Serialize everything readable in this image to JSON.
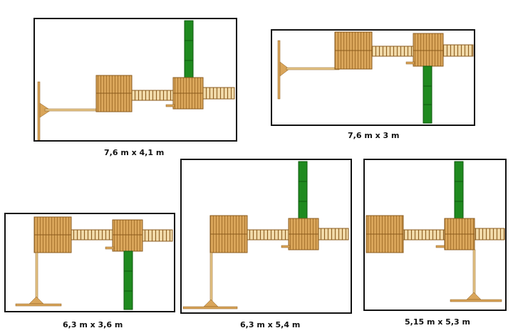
{
  "layouts": [
    {
      "id": "a",
      "size_label": "7,6  m x 4,1 m",
      "slide_direction": "up"
    },
    {
      "id": "b",
      "size_label": "7,6 m x 3 m",
      "slide_direction": "down"
    },
    {
      "id": "c",
      "size_label": "6,3 m x 3,6 m",
      "slide_direction": "down"
    },
    {
      "id": "d",
      "size_label": "6,3 m x 5,4 m",
      "slide_direction": "up"
    },
    {
      "id": "e",
      "size_label": "5,15 m x 5,3 m",
      "slide_direction": "up"
    }
  ],
  "colors": {
    "wood": "#d9a55a",
    "wood_dark": "#8a5a1c",
    "slide": "#1f8a1f",
    "slide_dark": "#0f5a0f",
    "frame": "#111111"
  }
}
